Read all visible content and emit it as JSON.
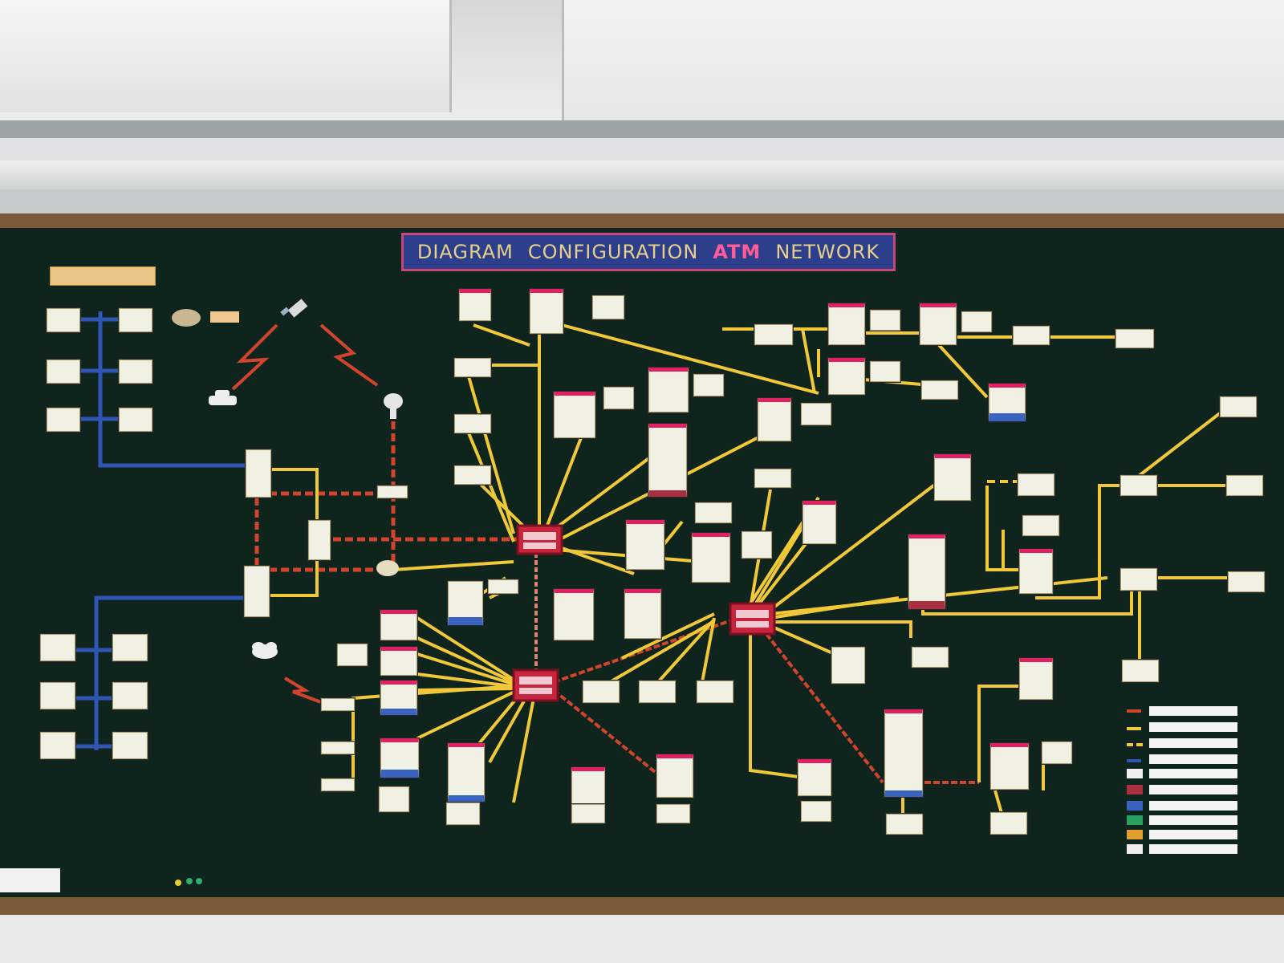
{
  "diagram": {
    "title_part1": "DIAGRAM",
    "title_part2": "CONFIGURATION",
    "title_part3": "ATM",
    "title_part4": "NETWORK"
  },
  "colors": {
    "board_felt": "#0e241c",
    "yellow_link": "#f0c838",
    "red_link": "#d2452c",
    "blue_link": "#2f56b4",
    "hub_red": "#c8253c",
    "title_bg": "#2c3e8c"
  },
  "icons": [
    "satellite-icon",
    "satellite-dish-icon",
    "car-icon",
    "cloud-icon",
    "computer-icon",
    "lightning-icon"
  ]
}
